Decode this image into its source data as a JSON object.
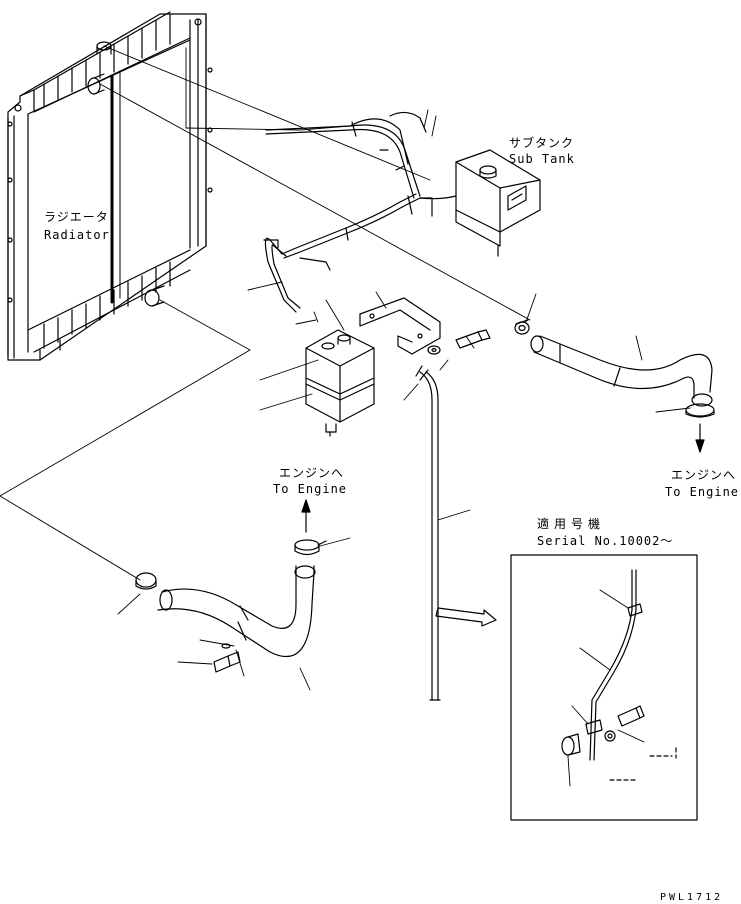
{
  "labels": {
    "radiator_jp": "ラジエータ",
    "radiator_en": "Radiator",
    "subtank_jp": "サブタンク",
    "subtank_en": "Sub Tank",
    "to_engine_1_jp": "エンジンへ",
    "to_engine_1_en": "To Engine",
    "to_engine_2_jp": "エンジンへ",
    "to_engine_2_en": "To Engine",
    "serial_jp": "適用号機",
    "serial_en": "Serial No.10002～"
  },
  "drawing_code": "PWL1712",
  "colors": {
    "line": "#000000",
    "background": "#ffffff"
  }
}
